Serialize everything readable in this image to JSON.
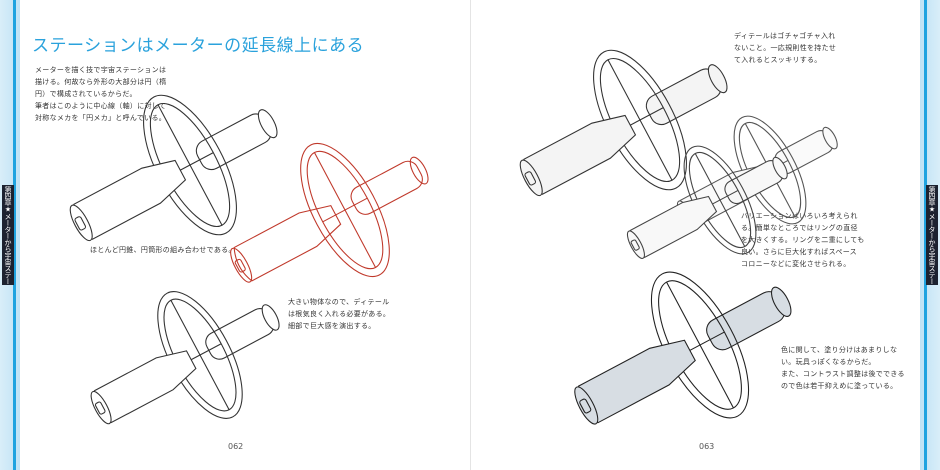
{
  "spread": {
    "left": {
      "title": "ステーションはメーターの延長線上にある",
      "intro": "メーターを描く技で宇宙ステーションは\n描ける。何故なら外形の大部分は円（楕\n円）で構成されているからだ。\n筆者はこのように中心線（軸）に対して\n対称なメカを「円メカ」と呼んでいる。",
      "caption_shapes": "ほとんど円錐、円筒形の組み合わせである。",
      "caption_detail": "大きい物体なので、ディテール\nは根気良く入れる必要がある。\n細部で巨大感を演出する。",
      "page_number": "062",
      "side_tab": "第四章★メーターから宇宙ステーションへ"
    },
    "right": {
      "caption_detail": "ディテールはゴチャゴチャ入れ\nないこと。一応規則性を持たせ\nて入れるとスッキリする。",
      "caption_variation": "バリエーションはいろいろ考えられ\nる。簡単なところではリングの直径\nを大きくする。リングを二重にしても\n良い。さらに巨大化すればスペース\nコロニーなどに変化させられる。",
      "caption_color": "色に関して、塗り分けはあまりしな\nい。玩具っぽくなるからだ。\nまた、コントラスト調整は後でできる\nので色は若干抑えめに塗っている。",
      "page_number": "063",
      "side_tab": "第四章★メーターから宇宙ステーションへ"
    }
  },
  "colors": {
    "accent": "#2aa2dc",
    "construction_lines": "#c0392b",
    "tab": "#1d2230"
  }
}
